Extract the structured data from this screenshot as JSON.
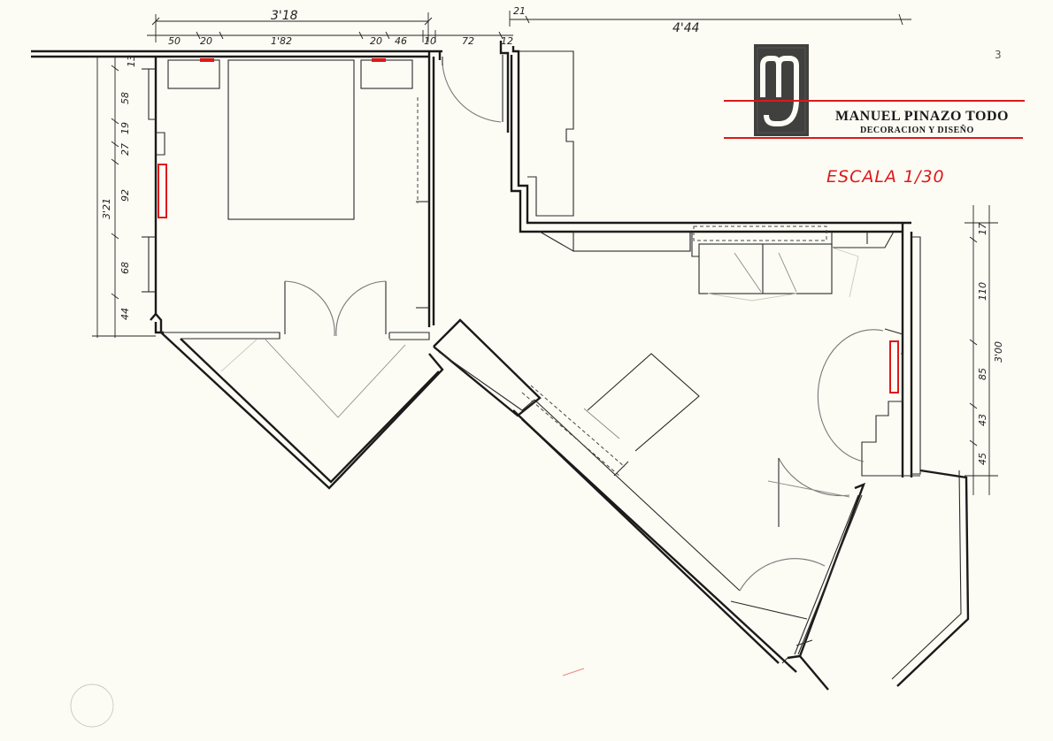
{
  "brand": {
    "name": "MANUEL PINAZO TODO",
    "subtitle": "DECORACION Y DISEÑO",
    "accent_color": "#e01818"
  },
  "scale_label": "ESCALA 1/30",
  "sheet_number": "3",
  "dimensions": {
    "top_total": "3'18",
    "top_segments": [
      "50",
      "20",
      "1'82",
      "20",
      "46",
      "10"
    ],
    "top_gap": "72",
    "top_gap_small": "12",
    "right_total": "4'44",
    "right_start": "21",
    "left_total": "3'21",
    "left_segments": [
      "13",
      "58",
      "27",
      "19",
      "92",
      "68",
      "44"
    ],
    "right_side_total": "3'00",
    "right_side_segments": [
      "17",
      "110",
      "85",
      "43",
      "45"
    ]
  }
}
